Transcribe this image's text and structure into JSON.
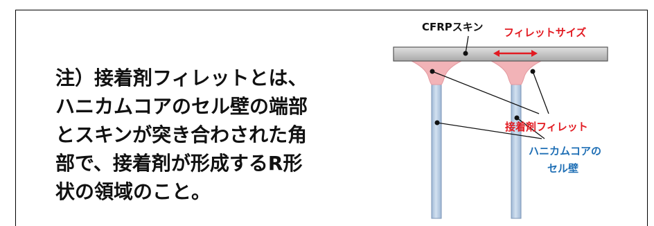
{
  "note": {
    "lines": [
      "注）接着剤フィレットとは、",
      "ハニカムコアのセル壁の端部",
      "とスキンが突き合わされた角",
      "部で、接着剤が形成するR形",
      "状の領域のこと。"
    ]
  },
  "diagram": {
    "skin_label": "CFRPスキン",
    "fillet_size_label": "フィレットサイズ",
    "fillet_label": "接着剤フィレット",
    "cell_wall_label_line1": "ハニカムコアの",
    "cell_wall_label_line2": "セル壁"
  },
  "colors": {
    "skin": "#c9c9c9",
    "wall": "#b9cde4",
    "wall_edge": "#7b95b6",
    "fillet": "#f2b3b7",
    "red_label": "#e21b22",
    "blue_label": "#1f6fb5"
  }
}
